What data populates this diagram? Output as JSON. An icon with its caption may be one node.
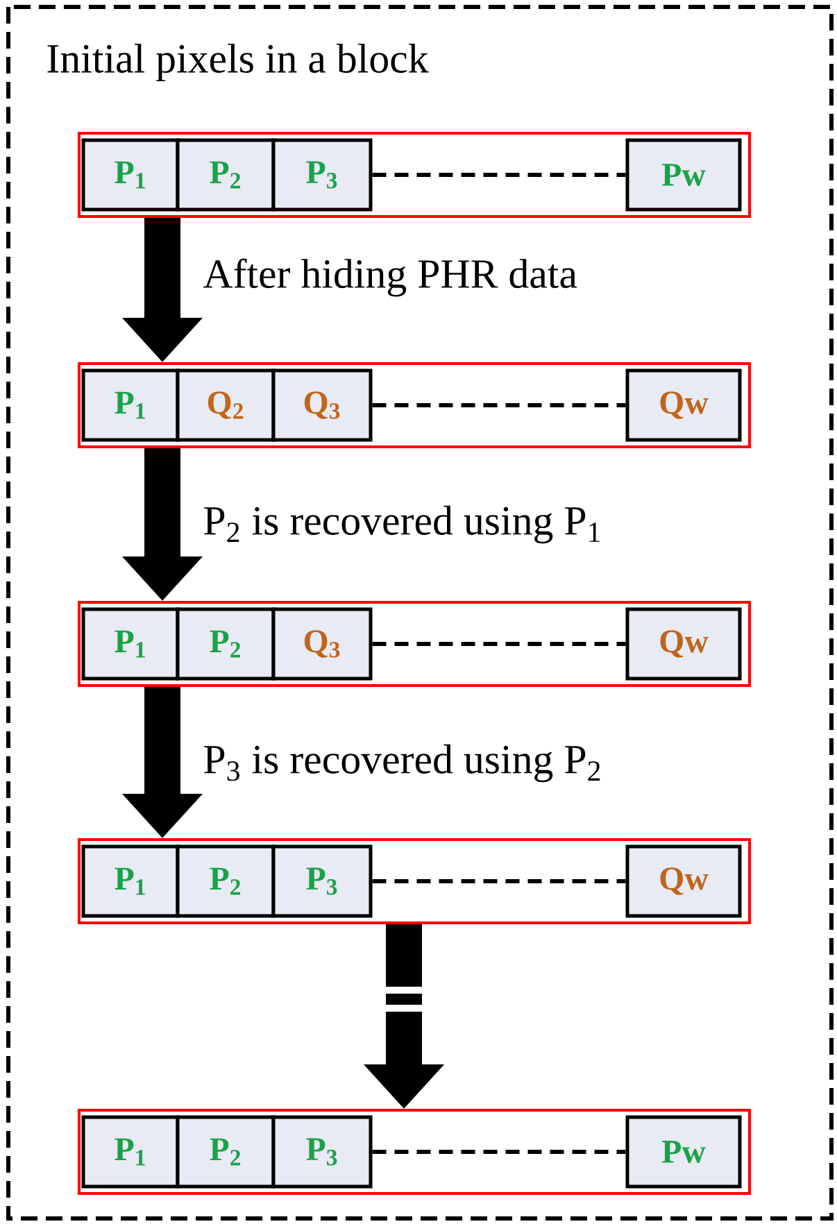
{
  "diagram": {
    "nodes": [
      {
        "text": [],
        "shape": "box"
      },
      {
        "text": [
          "P$_{1}$"
        ],
        "in": 0
      },
      {
        "text": [
          "P$_{2}$"
        ],
        "in": 0
      },
      {
        "text": [
          "P$_{3}$"
        ],
        "in": 0
      },
      {
        "text": [
          "Pw"
        ],
        "in": 0
      },
      {
        "text": [],
        "shape": "box"
      },
      {
        "text": [
          "P$_{1}$"
        ],
        "in": 5
      },
      {
        "text": [
          "Q$_{2}$"
        ],
        "in": 5
      },
      {
        "text": [
          "Q$_{3}$"
        ],
        "in": 5
      },
      {
        "text": [
          "Qw"
        ],
        "in": 5
      },
      {
        "text": [],
        "shape": "box"
      },
      {
        "text": [
          "P$_{1}$"
        ],
        "in": 10
      },
      {
        "text": [
          "P$_{2}$"
        ],
        "in": 10
      },
      {
        "text": [
          "Q$_{3}$"
        ],
        "in": 10
      },
      {
        "text": [
          "Qw"
        ],
        "in": 10
      },
      {
        "text": [],
        "shape": "box"
      },
      {
        "text": [
          "P$_{1}$"
        ],
        "in": 15
      },
      {
        "text": [
          "P$_{2}$"
        ],
        "in": 15
      },
      {
        "text": [
          "P$_{3}$"
        ],
        "in": 15
      },
      {
        "text": [
          "Qw"
        ],
        "in": 15
      },
      {
        "text": [],
        "shape": "box"
      },
      {
        "text": [
          "P$_{1}$"
        ],
        "in": 20
      },
      {
        "text": [
          "P$_{2}$"
        ],
        "in": 20
      },
      {
        "text": [
          "P$_{3}$"
        ],
        "in": 20
      },
      {
        "text": [
          "Pw"
        ],
        "in": 20
      }
    ],
    "edges": [
      {
        "from": 0,
        "to": 5,
        "arrow": "to",
        "style": "thick",
        "label": "After hiding PHR data"
      },
      {
        "from": 5,
        "to": 10,
        "arrow": "to",
        "style": "thick",
        "label": "P$_{2}$ is recovered using P$_{1}$"
      },
      {
        "from": 10,
        "to": 15,
        "arrow": "to",
        "style": "thick",
        "label": "P$_{3}$ is recovered using P$_{2}$"
      },
      {
        "from": 15,
        "to": 20,
        "arrow": "to",
        "style": "dashed"
      },
      {
        "from": 3,
        "to": 4,
        "arrow": "none",
        "style": "dashed"
      },
      {
        "from": 8,
        "to": 9,
        "arrow": "none",
        "style": "dashed"
      },
      {
        "from": 13,
        "to": 14,
        "arrow": "none",
        "style": "dashed"
      },
      {
        "from": 18,
        "to": 19,
        "arrow": "none",
        "style": "dashed"
      },
      {
        "from": 23,
        "to": 24,
        "arrow": "none",
        "style": "dashed"
      }
    ],
    "labels": [
      "Initial pixels in a block"
    ]
  }
}
